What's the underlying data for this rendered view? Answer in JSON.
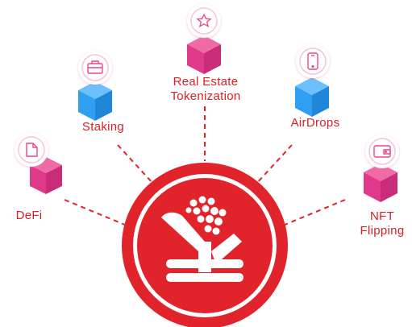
{
  "colors": {
    "accent": "#e1232b",
    "pink_cube": "#e9478f",
    "blue_cube": "#2f9ff3",
    "label": "#d81f26",
    "icon_ring": "#f3c6d8"
  },
  "nodes": [
    {
      "id": "defi",
      "label": "DeFi",
      "icon": "document-icon",
      "cube": "pink"
    },
    {
      "id": "staking",
      "label": "Staking",
      "icon": "briefcase-icon",
      "cube": "blue"
    },
    {
      "id": "real-estate",
      "label_line1": "Real Estate",
      "label_line2": "Tokenization",
      "icon": "star-icon",
      "cube": "pink"
    },
    {
      "id": "airdrops",
      "label": "AirDrops",
      "icon": "smartphone-icon",
      "cube": "blue"
    },
    {
      "id": "nft",
      "label_line1": "NFT",
      "label_line2": "Flipping",
      "icon": "wallet-icon",
      "cube": "pink"
    }
  ],
  "center": {
    "logo": "yuan-logo",
    "dots_logo": "dots-icon"
  }
}
